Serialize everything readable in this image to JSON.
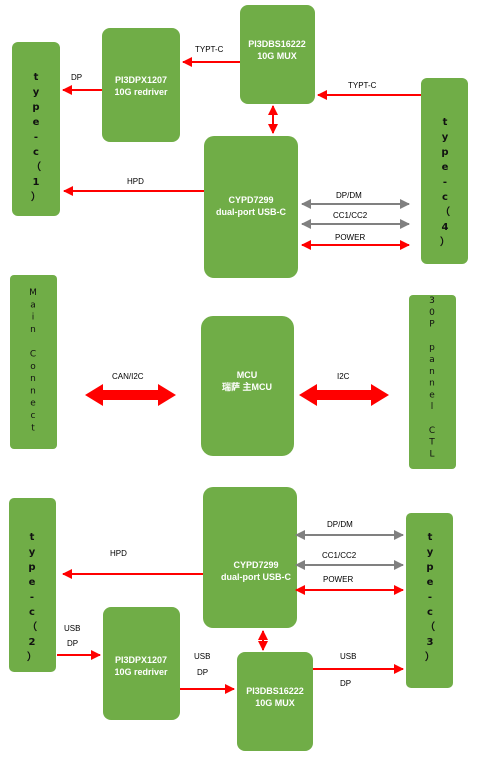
{
  "colors": {
    "box": "#70ad47",
    "red_arrow": "#ff0000",
    "gray_arrow": "#808080",
    "box_text": "#ffffff"
  },
  "blocks": {
    "redriver_top": {
      "line1": "PI3DPX1207",
      "line2": "10G redriver"
    },
    "mux_top": {
      "line1": "PI3DBS16222",
      "line2": "10G MUX"
    },
    "cypd_top": {
      "line1": "CYPD7299",
      "line2": "dual-port USB-C"
    },
    "mcu": {
      "line1": "MCU",
      "line2": "瑞萨 主MCU"
    },
    "cypd_bottom": {
      "line1": "CYPD7299",
      "line2": "dual-port USB-C"
    },
    "redriver_bottom": {
      "line1": "PI3DPX1207",
      "line2": "10G redriver"
    },
    "mux_bottom": {
      "line1": "PI3DBS16222",
      "line2": "10G MUX"
    }
  },
  "vertical_blocks": {
    "typec1": [
      "t",
      "y",
      "p",
      "e",
      "-",
      "c",
      "（",
      "1",
      "）"
    ],
    "typec4": [
      "t",
      "y",
      "p",
      "e",
      "-",
      "c",
      "（",
      "4",
      "）"
    ],
    "main_connect": [
      "M",
      "a",
      "i",
      "n",
      "",
      "C",
      "o",
      "n",
      "n",
      "e",
      "c",
      "t"
    ],
    "panel": [
      "3",
      "0",
      "P",
      "",
      "p",
      "a",
      "n",
      "n",
      "e",
      "l",
      "",
      "C",
      "T",
      "L"
    ],
    "typec2": [
      "t",
      "y",
      "p",
      "e",
      "-",
      "c",
      "（",
      "2",
      "）"
    ],
    "typec3": [
      "t",
      "y",
      "p",
      "e",
      "-",
      "c",
      "（",
      "3",
      "）"
    ]
  },
  "labels": {
    "typtc_top": "TYPT-C",
    "typtc_right": "TYPT-C",
    "dp_left_top": "DP",
    "hpd_top": "HPD",
    "dpdm_top": "DP/DM",
    "cc_top": "CC1/CC2",
    "power_top": "POWER",
    "can_i2c": "CAN/I2C",
    "i2c": "I2C",
    "hpd_bottom": "HPD",
    "dpdm_bottom": "DP/DM",
    "cc_bottom": "CC1/CC2",
    "power_bottom": "POWER",
    "usb_left": "USB",
    "dp_left": "DP",
    "usb_mid": "USB",
    "dp_mid": "DP",
    "usb_right": "USB",
    "dp_right": "DP"
  }
}
